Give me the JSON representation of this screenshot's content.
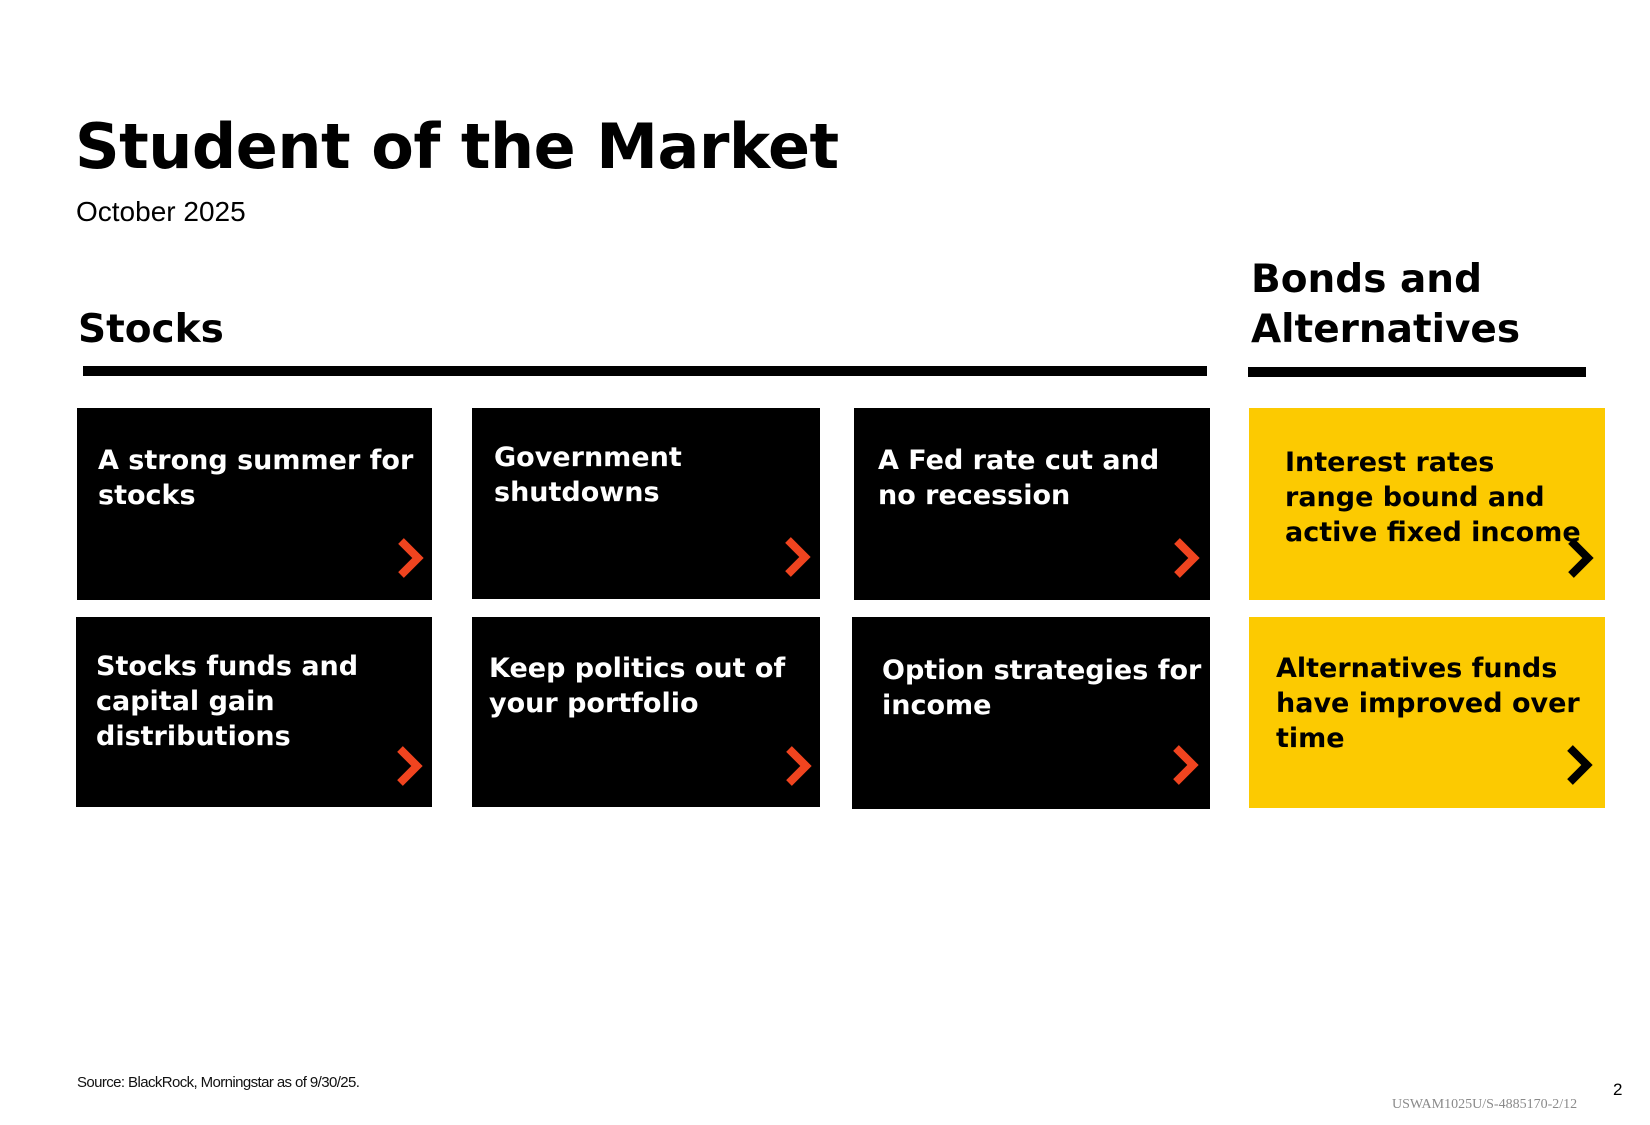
{
  "header": {
    "title": "Student of the Market",
    "date": "October 2025"
  },
  "sections": {
    "stocks": {
      "heading": "Stocks",
      "cards": [
        {
          "label": "A strong summer for stocks"
        },
        {
          "label": "Government shutdowns"
        },
        {
          "label": "A Fed rate cut and no recession"
        },
        {
          "label": "Stocks funds and capital gain distributions"
        },
        {
          "label": "Keep politics out of your portfolio"
        },
        {
          "label": "Option strategies for income"
        }
      ]
    },
    "bonds": {
      "heading": "Bonds and Alternatives",
      "cards": [
        {
          "label": "Interest rates range bound and active fixed income"
        },
        {
          "label": "Alternatives funds have improved over time"
        }
      ]
    }
  },
  "colors": {
    "card_dark": "#000000",
    "card_yellow": "#fcca01",
    "chevron_on_dark": "#f0441f",
    "chevron_on_yellow": "#000000"
  },
  "icons": {
    "card_arrow": "chevron-right-icon"
  },
  "footer": {
    "source": "Source: BlackRock, Morningstar as of 9/30/25.",
    "page_number": "2",
    "doc_code": "USWAM1025U/S-4885170-2/12"
  }
}
